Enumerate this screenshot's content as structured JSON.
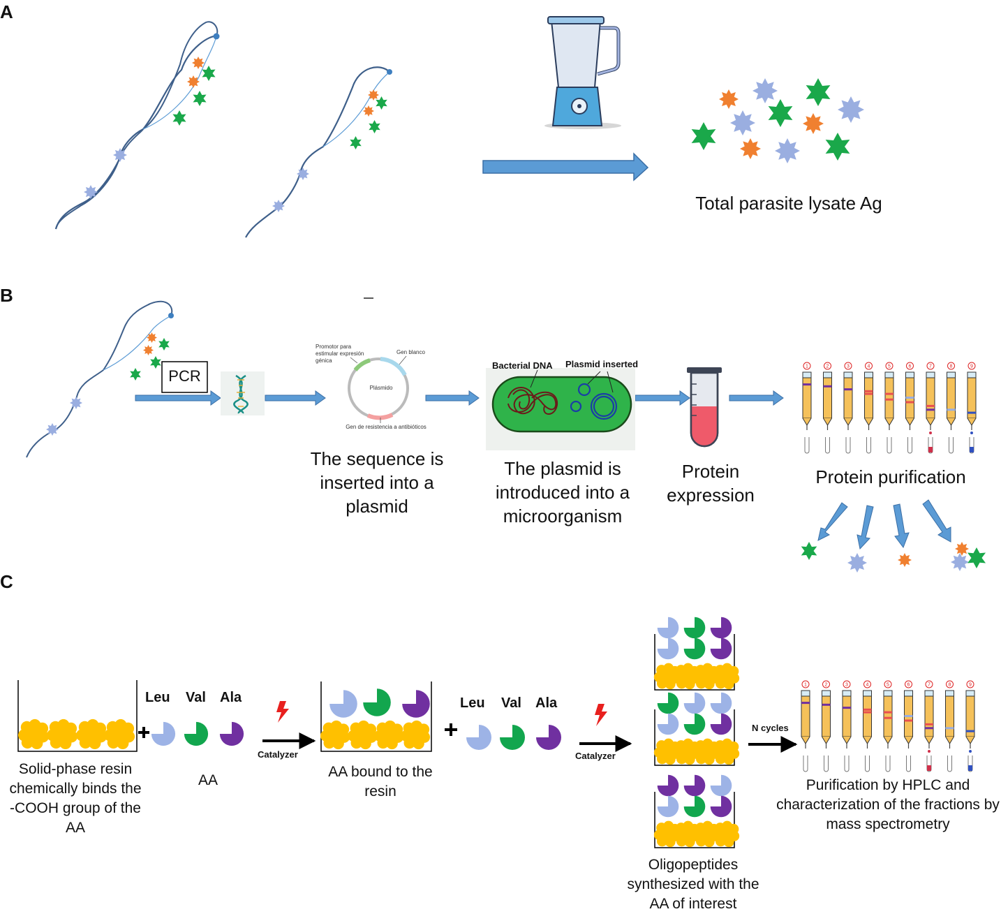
{
  "panels": {
    "a": {
      "letter": "A",
      "lysate_caption": "Total parasite lysate Ag"
    },
    "b": {
      "letter": "B",
      "pcr_label": "PCR",
      "plasmid_map": {
        "promoter_label": "Promotor para estimular expresión génica",
        "target_gene_label": "Gen blanco",
        "plasmid_label": "Plásmido",
        "resistance_label": "Gen de resistencia a antibióticos"
      },
      "bacterial_dna_label": "Bacterial DNA",
      "plasmid_inserted_label": "Plasmid inserted",
      "steps": [
        "The sequence is inserted into a plasmid",
        "The plasmid is introduced into a microorganism",
        "Protein expression",
        "Protein purification"
      ]
    },
    "c": {
      "letter": "C",
      "amino_acids": [
        "Leu",
        "Val",
        "Ala"
      ],
      "catalyzer_label": "Catalyzer",
      "n_cycles_label": "N cycles",
      "captions": {
        "resin": "Solid-phase resin chemically binds the -COOH group of the AA",
        "aa": "AA",
        "aa_bound": "AA bound to the resin",
        "oligopeptides": "Oligopeptides synthesized with the AA of interest",
        "purification": "Purification by HPLC and characterization of the fractions by mass spectrometry"
      }
    }
  },
  "tube_numbers": [
    "1",
    "2",
    "3",
    "4",
    "5",
    "6",
    "7",
    "8",
    "9"
  ],
  "colors": {
    "arrow_blue": "#5b9bd5",
    "leu": "#9db3e6",
    "val": "#12a64e",
    "ala": "#7030a0",
    "resin": "#ffc000",
    "orange_antigen": "#f08030",
    "green_antigen": "#1aa84a",
    "blue_antigen": "#9aaee0"
  },
  "icons": [
    "parasite-icon",
    "blender-icon",
    "dna-helix-icon",
    "plasmid-icon",
    "bacterium-icon",
    "test-tube-icon",
    "chromatography-columns-icon",
    "lightning-icon",
    "resin-bead-icon"
  ]
}
